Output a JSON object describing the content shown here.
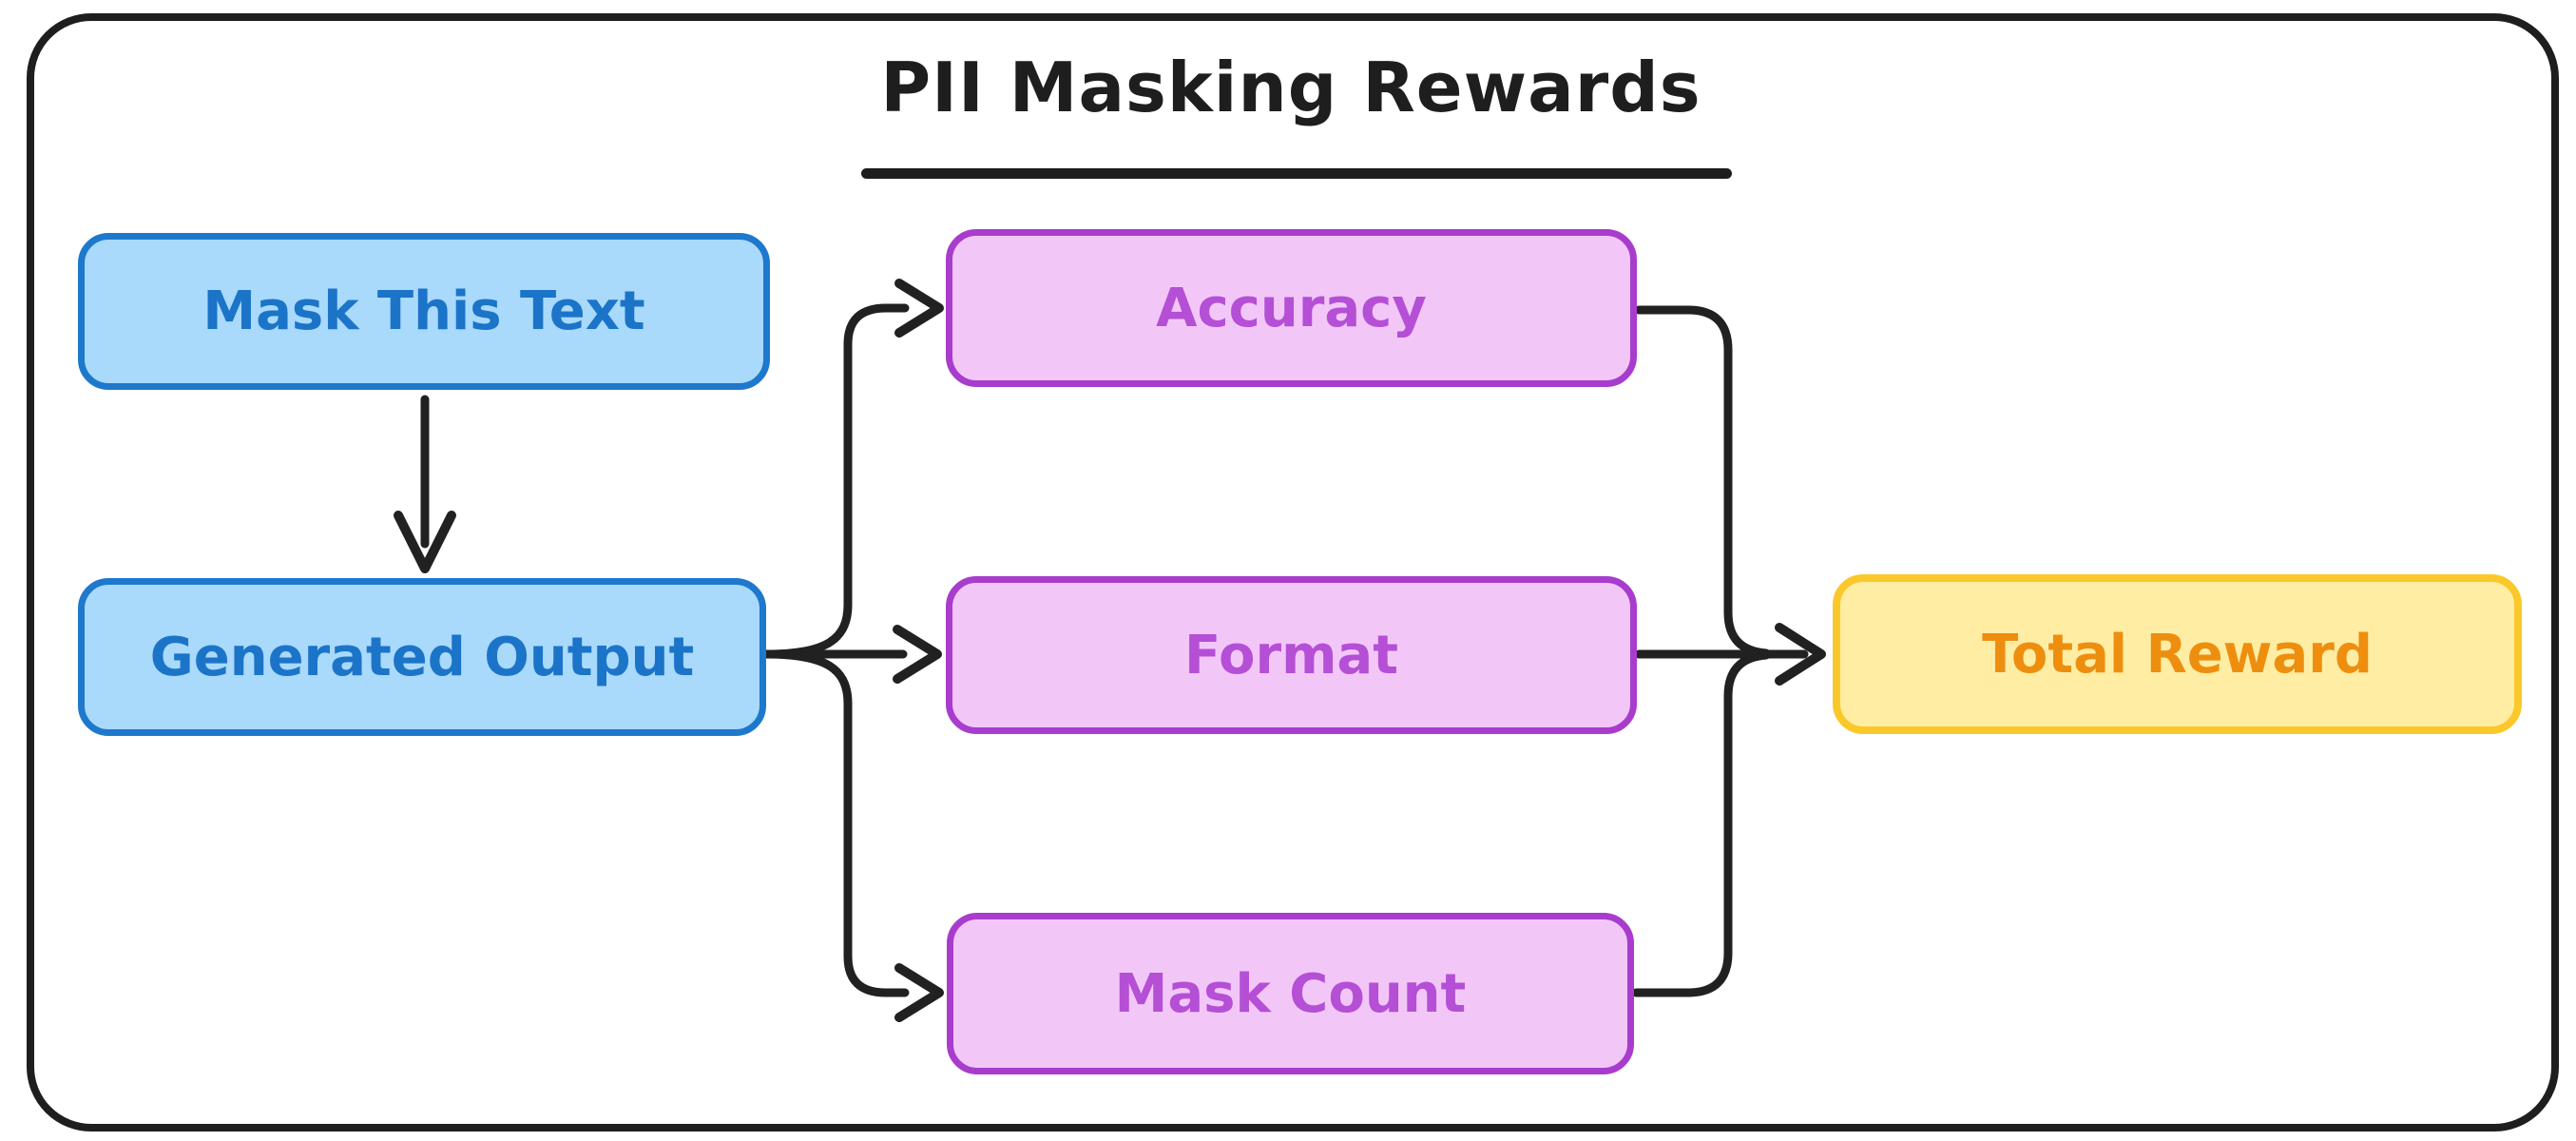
{
  "diagram": {
    "title": "PII Masking Rewards",
    "nodes": {
      "mask_this_text": {
        "label": "Mask This Text",
        "color_role": "blue"
      },
      "generated_output": {
        "label": "Generated Output",
        "color_role": "blue"
      },
      "accuracy": {
        "label": "Accuracy",
        "color_role": "purple"
      },
      "format": {
        "label": "Format",
        "color_role": "purple"
      },
      "mask_count": {
        "label": "Mask Count",
        "color_role": "purple"
      },
      "total_reward": {
        "label": "Total Reward",
        "color_role": "yellow"
      }
    },
    "edges": [
      {
        "from": "Mask This Text",
        "to": "Generated Output"
      },
      {
        "from": "Generated Output",
        "to": "Accuracy"
      },
      {
        "from": "Generated Output",
        "to": "Format"
      },
      {
        "from": "Generated Output",
        "to": "Mask Count"
      },
      {
        "from": "Accuracy",
        "to": "Total Reward"
      },
      {
        "from": "Format",
        "to": "Total Reward"
      },
      {
        "from": "Mask Count",
        "to": "Total Reward"
      }
    ],
    "colors": {
      "connector": "#212121",
      "frame_border": "#1e1e1e",
      "title_text": "#1e1e1e",
      "blue_fill": "#a9d9fb",
      "blue_border": "#1e78cc",
      "blue_text": "#1b74c8",
      "purple_fill": "#f2c7f8",
      "purple_border": "#a83ccd",
      "purple_text": "#b44fd6",
      "yellow_fill": "#ffeda3",
      "yellow_border": "#fac82a",
      "yellow_text": "#ee8e0f"
    }
  }
}
